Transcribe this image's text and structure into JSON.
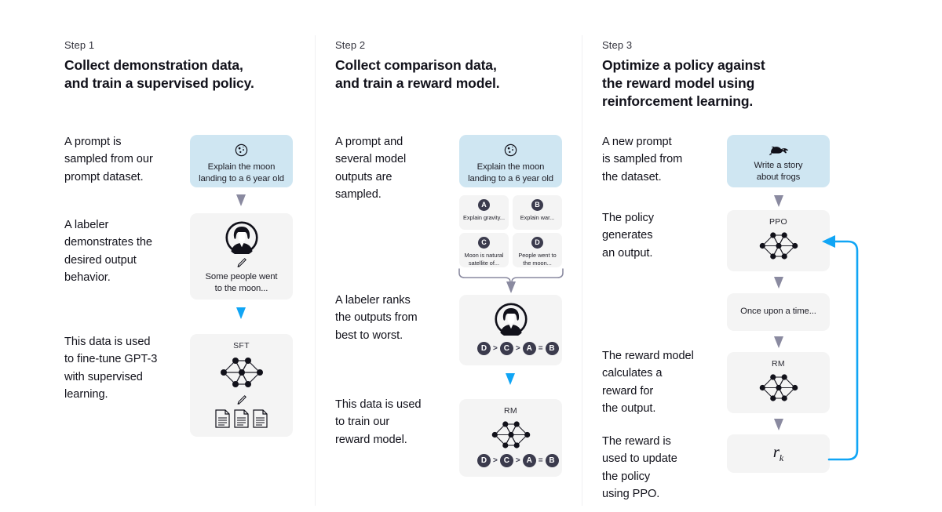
{
  "theme": {
    "bg": "#ffffff",
    "card_gray": "#f4f4f4",
    "card_blue": "#cfe6f2",
    "arrow_gray": "#8a8aa0",
    "arrow_blue": "#10a5f5",
    "badge_dark": "#3b3b4d",
    "divider": "#f0f0f2"
  },
  "columns": [
    {
      "step_label": "Step 1",
      "title": "Collect demonstration data,\nand train a supervised policy.",
      "paragraphs": [
        "A prompt is\nsampled from our\nprompt dataset.",
        "A labeler\ndemonstrates the\ndesired output\nbehavior.",
        "This data is used\nto fine-tune GPT-3\nwith supervised\nlearning."
      ],
      "cards": [
        {
          "icon": "moon-icon",
          "text": "Explain the moon\nlanding to a 6 year old",
          "style": "blue"
        },
        {
          "icon": "labeler-avatar-icon",
          "text": "Some people went\nto the moon...",
          "style": "gray"
        },
        {
          "icon": "neural-network-icon",
          "caption": "SFT",
          "text": "",
          "style": "gray"
        }
      ],
      "arrows": [
        {
          "color": "gray",
          "dir": "down"
        },
        {
          "color": "blue",
          "dir": "down"
        }
      ]
    },
    {
      "step_label": "Step 2",
      "title": "Collect comparison data,\nand train a reward model.",
      "paragraphs": [
        "A prompt and\nseveral model\noutputs are\nsampled.",
        "A labeler ranks\nthe outputs from\nbest to worst.",
        "This data is used\nto train our\nreward model."
      ],
      "cards": [
        {
          "icon": "moon-icon",
          "text": "Explain the moon\nlanding to a 6 year old",
          "style": "blue"
        },
        {
          "icon": "labeler-avatar-icon",
          "text": "",
          "style": "gray"
        },
        {
          "icon": "neural-network-icon",
          "caption": "RM",
          "text": "",
          "style": "gray"
        }
      ],
      "options": [
        {
          "badge": "A",
          "text": "Explain gravity..."
        },
        {
          "badge": "B",
          "text": "Explain war..."
        },
        {
          "badge": "C",
          "text": "Moon is natural\nsatellite of..."
        },
        {
          "badge": "D",
          "text": "People went to\nthe moon..."
        }
      ],
      "ranking": [
        "D",
        ">",
        "C",
        ">",
        "A",
        "=",
        "B"
      ],
      "arrows": [
        {
          "color": "gray",
          "dir": "down"
        },
        {
          "color": "blue",
          "dir": "down"
        }
      ]
    },
    {
      "step_label": "Step 3",
      "title": "Optimize a policy against\nthe reward model using\nreinforcement learning.",
      "paragraphs": [
        "A new prompt\nis sampled from\nthe dataset.",
        "The policy\ngenerates\nan output.",
        "The reward model\ncalculates a\nreward for\nthe output.",
        "The reward is\nused to update\nthe policy\nusing PPO."
      ],
      "cards": [
        {
          "icon": "frog-icon",
          "text": "Write a story\nabout frogs",
          "style": "blue"
        },
        {
          "icon": "neural-network-icon",
          "caption": "PPO",
          "text": "",
          "style": "gray"
        },
        {
          "icon": "none",
          "text": "Once upon a time...",
          "style": "gray"
        },
        {
          "icon": "neural-network-icon",
          "caption": "RM",
          "text": "",
          "style": "gray"
        },
        {
          "icon": "none",
          "text": "r",
          "subscript": "k",
          "style": "gray"
        }
      ],
      "feedback_loop": {
        "color": "blue",
        "label": "reward-feedback-loop"
      },
      "arrows": [
        {
          "color": "gray",
          "dir": "down"
        },
        {
          "color": "gray",
          "dir": "down"
        },
        {
          "color": "gray",
          "dir": "down"
        },
        {
          "color": "gray",
          "dir": "down"
        }
      ]
    }
  ]
}
